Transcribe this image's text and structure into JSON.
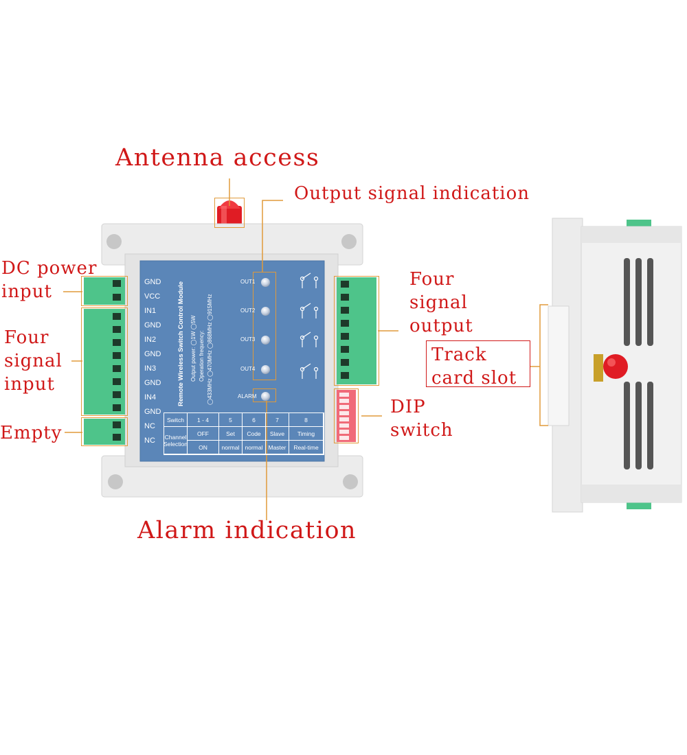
{
  "callouts": {
    "antenna_access": "Antenna access",
    "output_signal_indication": "Output signal indication",
    "dc_power_input": "DC power\ninput",
    "four_signal_input": "Four\nsignal\ninput",
    "empty": "Empty",
    "four_signal_output": "Four\nsignal\noutput",
    "track_card_slot": "Track\ncard slot",
    "dip_switch": "DIP\nswitch",
    "alarm_indication": "Alarm indication"
  },
  "panel": {
    "title": "Remote Wireless Switch Control Module",
    "spec_power": "Output power: ◯1W ◯5W",
    "spec_freq_label": "Operation frequency:",
    "spec_freq_values": "◯433MHz ◯470MHz ◯868MHz ◯915MHz",
    "pins": [
      "GND",
      "VCC",
      "IN1",
      "GND",
      "IN2",
      "GND",
      "IN3",
      "GND",
      "IN4",
      "GND",
      "NC",
      "NC"
    ],
    "outputs": [
      "OUT1",
      "OUT2",
      "OUT3",
      "OUT4"
    ],
    "alarm": "ALARM"
  },
  "switch_table": {
    "header": [
      "Switch",
      "1 - 4",
      "5",
      "6",
      "7",
      "8"
    ],
    "row_off": [
      "OFF",
      "Channel\nSelection",
      "Set",
      "Code",
      "Slave",
      "Timing"
    ],
    "row_on": [
      "ON",
      "",
      "normal",
      "normal",
      "Master",
      "Real-time"
    ]
  },
  "colors": {
    "callout_text": "#d01818",
    "leader_line": "#e09a3a",
    "panel_blue": "#5b86b8",
    "terminal_green": "#4ec48a",
    "dip_red": "#f06a78",
    "antenna_red": "#e01c24"
  }
}
